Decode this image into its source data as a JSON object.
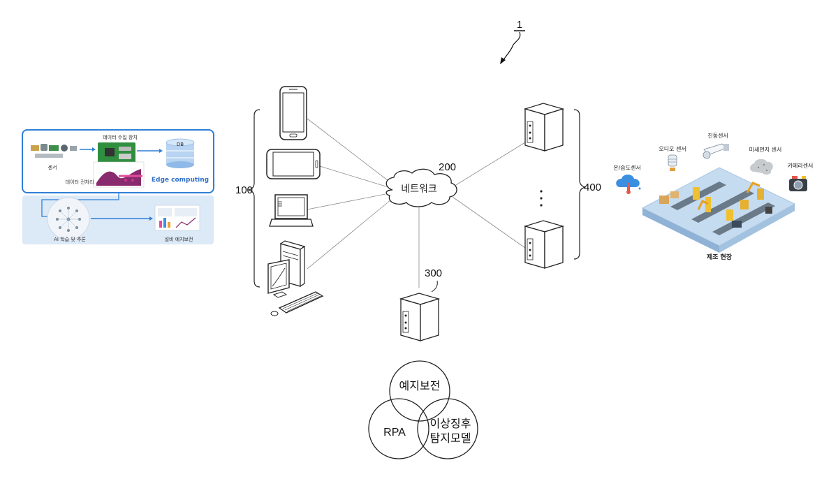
{
  "figure_ref": "1",
  "refs": {
    "clients": "100",
    "network": "200",
    "server": "300",
    "edge_servers": "400"
  },
  "network_label": "네트워크",
  "left_panel": {
    "data_collection": "데이터 수집 장치",
    "sensor": "센서",
    "preprocess": "데이터 전처리",
    "db": "DB",
    "edge": "Edge computing",
    "ai": "AI 학습 및 추론",
    "maintenance": "설비 예지보전"
  },
  "factory": {
    "site": "제조 현장",
    "sensors": {
      "temp_humidity": "온/습도센서",
      "audio": "오디오 센서",
      "vibration": "진동센서",
      "dust": "미세먼지 센서",
      "camera": "카메라센서"
    }
  },
  "venn": {
    "top": "예지보전",
    "left": "RPA",
    "right_line1": "이상징후",
    "right_line2": "탐지모델"
  },
  "colors": {
    "panel_border": "#2f7fd6",
    "panel_fill": "#dce9f7",
    "edge_text": "#2f6fc7",
    "cloud_blue": "#3b8fe0"
  }
}
